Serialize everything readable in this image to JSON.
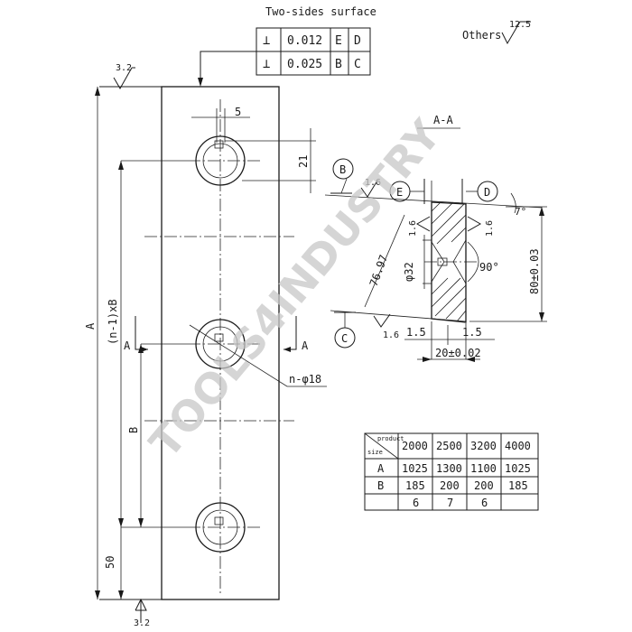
{
  "header": {
    "two_sides_label": "Two-sides surface",
    "others_label": "Others",
    "others_roughness": "12.5"
  },
  "tolerance_frame": [
    {
      "symbol": "⊥",
      "value": "0.012",
      "ref1": "E",
      "ref2": "D"
    },
    {
      "symbol": "⊥",
      "value": "0.025",
      "ref1": "B",
      "ref2": "C"
    }
  ],
  "roughness": {
    "top": "3.2",
    "bottom": "3.2",
    "section_b": "1.6",
    "section_face_left": "1.6",
    "section_face_right": "1.6",
    "section_c": "1.6"
  },
  "datums": {
    "b": "B",
    "c": "C",
    "d": "D",
    "e": "E"
  },
  "front_view": {
    "dim_a": "A",
    "dim_n1b": "(n-1)xB",
    "dim_b": "B",
    "dim_50": "50",
    "dim_5": "5",
    "dim_21": "21",
    "hole_callout": "n-φ18",
    "section_mark": "A"
  },
  "section_view": {
    "title": "A-A",
    "dim_76": "76.97",
    "dim_phi32": "φ32",
    "dim_angle": "90°",
    "dim_80": "80±0.03",
    "dim_7deg": "7°",
    "dim_15_left": "1.5",
    "dim_15_right": "1.5",
    "dim_20": "20±0.02"
  },
  "spec_table": {
    "header_top": "product",
    "header_bottom": "size",
    "columns": [
      "2000",
      "2500",
      "3200",
      "4000"
    ],
    "rows": [
      {
        "label": "A",
        "values": [
          "1025",
          "1300",
          "1100",
          "1025"
        ]
      },
      {
        "label": "B",
        "values": [
          "185",
          "200",
          "200",
          "185"
        ]
      },
      {
        "label": "",
        "values": [
          "6",
          "7",
          "6",
          ""
        ]
      }
    ]
  },
  "watermark": "TOOLS4INDUSTRY"
}
